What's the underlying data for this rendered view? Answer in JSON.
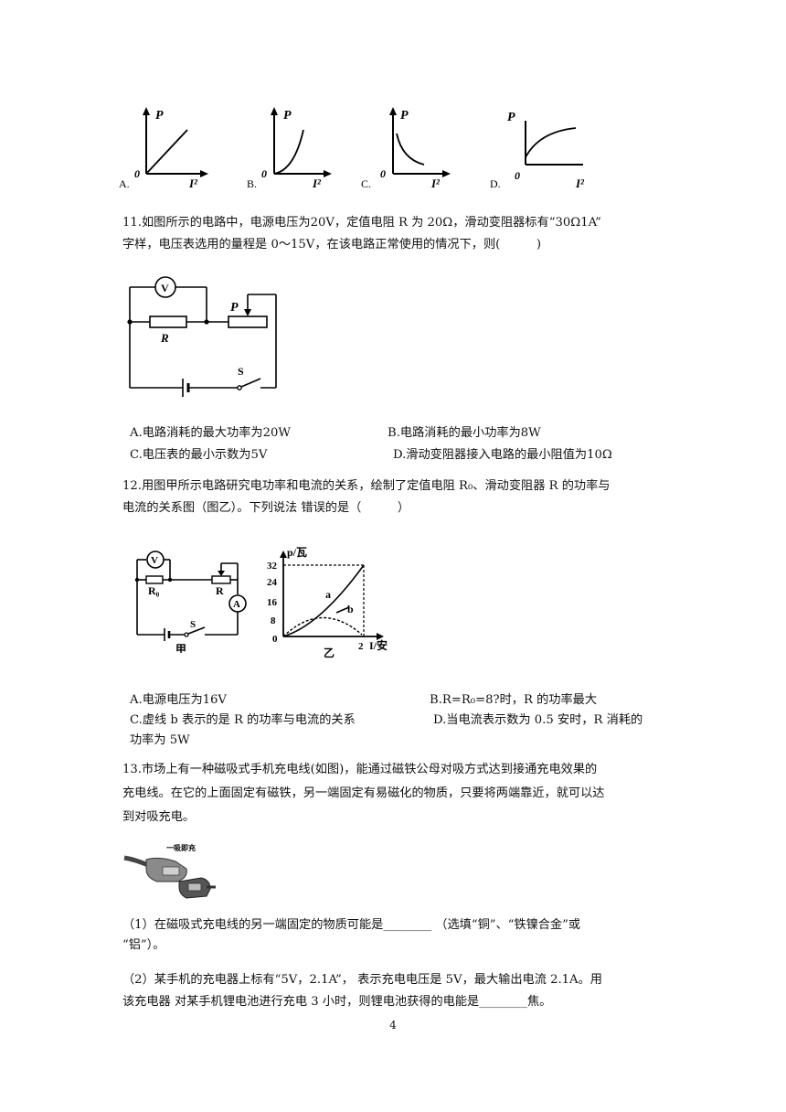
{
  "q10": {
    "graphs": [
      {
        "option": "A.",
        "y_label": "P",
        "x_label": "I²",
        "origin": "0"
      },
      {
        "option": "B.",
        "y_label": "P",
        "x_label": "I²",
        "origin": "0"
      },
      {
        "option": "C.",
        "y_label": "P",
        "x_label": "I²",
        "origin": "0"
      },
      {
        "option": "D.",
        "y_label": "P",
        "x_label": "I²",
        "origin": "0"
      }
    ]
  },
  "q11": {
    "line1": "11.如图所示的电路中，电源电压为20V，定值电阻 R 为 20Ω，滑动变阻器标有“30Ω1A”",
    "line2": "字样，电压表选用的量程是 0～15V，在该电路正常使用的情况下，则(　　　)",
    "circuit": {
      "voltmeter": "V",
      "slider": "P",
      "resistor": "R",
      "switch": "S"
    },
    "options": {
      "a": "A.电路消耗的最大功率为20W",
      "b": "B.电路消耗的最小功率为8W",
      "c": "C.电压表的最小示数为5V",
      "d": "D.滑动变阻器接入电路的最小阻值为10Ω"
    }
  },
  "q12": {
    "line1": "12.用图甲所示电路研究电功率和电流的关系，绘制了定值电阻 R₀、滑动变阻器 R 的功率与",
    "line2": "电流的关系图（图乙）。下列说法 错误的是（　　　）",
    "circuit": {
      "voltmeter": "V",
      "ammeter": "A",
      "r0": "R₀",
      "r": "R",
      "switch": "S",
      "caption": "甲"
    },
    "graph": {
      "y_label": "p/瓦",
      "x_label": "I/安",
      "caption": "乙",
      "origin": "0",
      "curve_a": "a",
      "curve_b": "b",
      "y_ticks": [
        "32",
        "24",
        "16",
        "8"
      ],
      "x_tick": "2"
    },
    "options": {
      "a": "A.电源电压为16V",
      "b": "B.R=R₀=8?时，R 的功率最大",
      "c": "C.虚线 b 表示的是 R 的功率与电流的关系",
      "d": "D.当电流表示数为 0.5 安时，R 消耗的",
      "d2": "功率为 5W"
    }
  },
  "q13": {
    "line1": "13.市场上有一种磁吸式手机充电线(如图)，能通过磁铁公母对吸方式达到接通充电效果的",
    "line2": "充电线。在它的上面固定有磁铁，另一端固定有易磁化的物质，只要将两端靠近，就可以达",
    "line3": "到对吸充电。",
    "photo_label": "一吸即充",
    "p1_line1": "（1）在磁吸式充电线的另一端固定的物质可能是________ （选填“铜”、“铁镍合金”或",
    "p1_line2": "“铝”）。",
    "p2_line1": "（2）某手机的充电器上标有“5V，2.1A”， 表示充电电压是 5V，最大输出电流 2.1A。用",
    "p2_line2": "该充电器 对某手机锂电池进行充电 3 小时，则锂电池获得的电能是________焦。"
  },
  "page_number": "4"
}
